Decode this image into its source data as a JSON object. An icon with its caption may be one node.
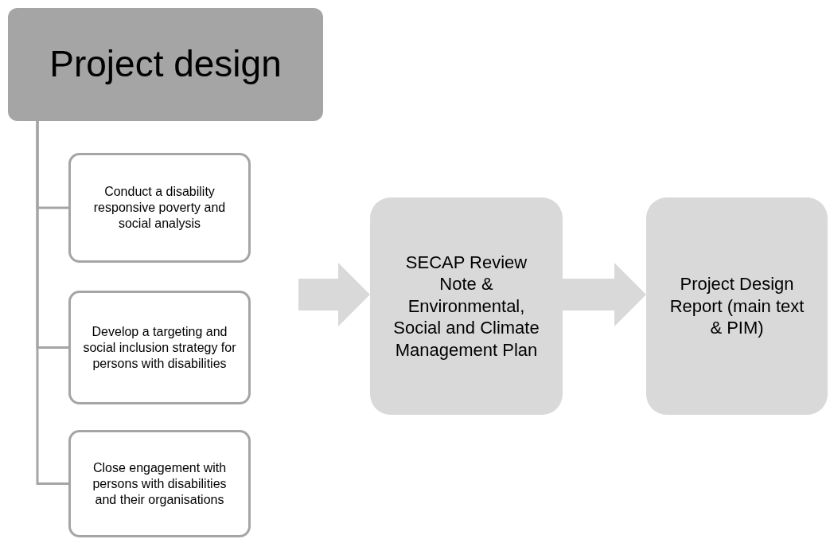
{
  "diagram": {
    "nodes": [
      {
        "text": [
          "Project design"
        ]
      },
      {
        "text": [
          "Conduct a disability responsive poverty and social analysis"
        ]
      },
      {
        "text": [
          "Develop a targeting and social inclusion strategy for persons with disabilities"
        ]
      },
      {
        "text": [
          "Close engagement with persons with disabilities and their organisations"
        ]
      },
      {
        "text": [
          "SECAP Review Note & Environmental, Social and Climate Management Plan"
        ]
      },
      {
        "text": [
          "Project Design Report (main text & PIM)"
        ]
      }
    ],
    "edges": [
      {
        "from": 0,
        "to": 1,
        "arrow": "none"
      },
      {
        "from": 0,
        "to": 2,
        "arrow": "none"
      },
      {
        "from": 0,
        "to": 3,
        "arrow": "none"
      },
      {
        "from": null,
        "to": 4,
        "arrow": "to",
        "style": "thick"
      },
      {
        "from": 4,
        "to": 5,
        "arrow": "to",
        "style": "thick"
      }
    ]
  }
}
